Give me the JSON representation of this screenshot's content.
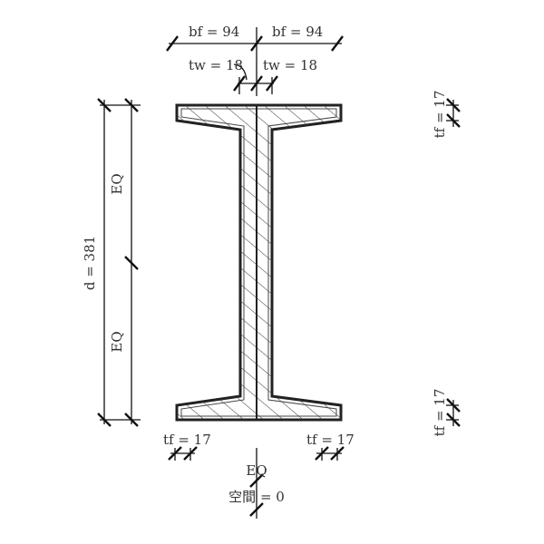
{
  "labels": {
    "bf_left": "bf = 94",
    "bf_right": "bf = 94",
    "tw_left": "tw = 18",
    "tw_right": "tw = 18",
    "depth": "d = 381",
    "eq_upper": "EQ",
    "eq_lower": "EQ",
    "tf_top_right": "tf = 17",
    "tf_bottom_right": "tf = 17",
    "tf_bottom_left": "tf = 17",
    "tf_bottom_mid": "tf = 17",
    "eq_center": "EQ",
    "spacing": "空間 = 0"
  }
}
